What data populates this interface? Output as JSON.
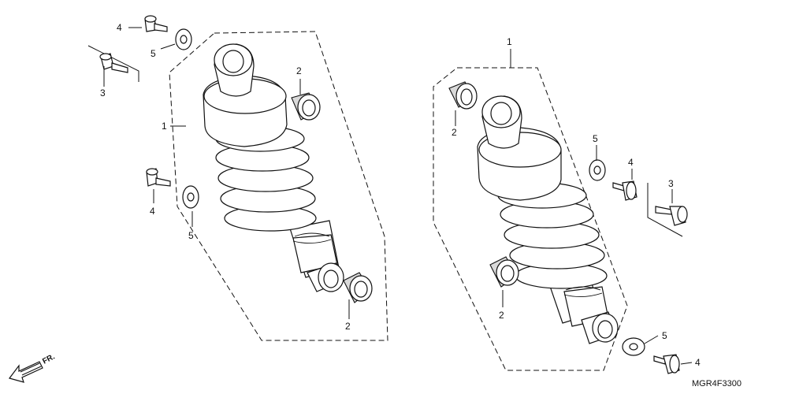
{
  "diagram": {
    "part_numbers": {
      "shock_absorber": "1",
      "bushing": "2",
      "bolt_long": "3",
      "bolt_short": "4",
      "washer": "5"
    },
    "code": "MGR4F3300",
    "direction": "FR."
  }
}
